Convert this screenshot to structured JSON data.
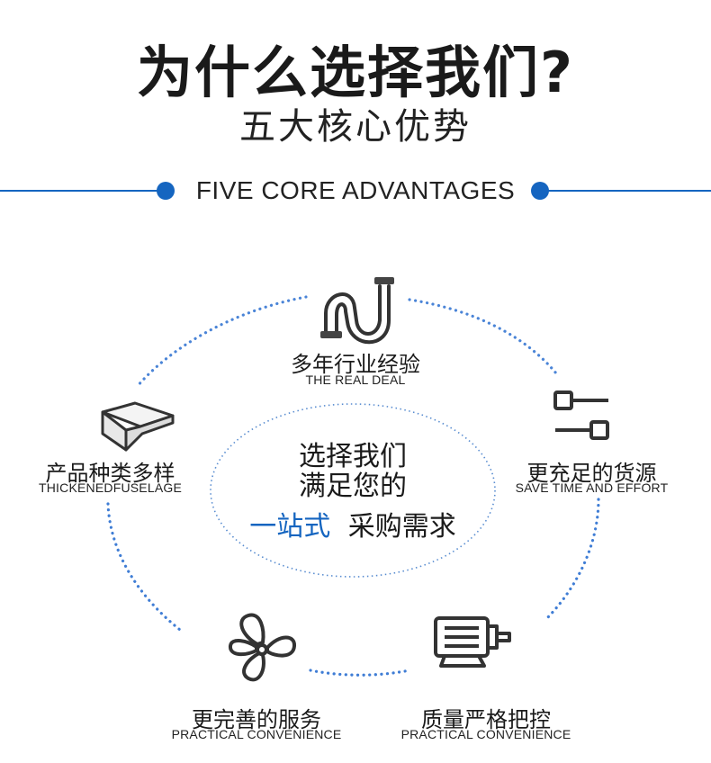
{
  "header": {
    "title": "为什么选择我们?",
    "subtitle": "五大核心优势"
  },
  "banner": {
    "text": "FIVE CORE ADVANTAGES",
    "accent_color": "#1565c0"
  },
  "center": {
    "line1": "选择我们",
    "line2": "满足您的",
    "line3_highlight": "一站式",
    "line3_rest": "采购需求"
  },
  "advantages": [
    {
      "icon": "pipe-icon",
      "title": "多年行业经验",
      "subtitle": "THE REAL DEAL"
    },
    {
      "icon": "slider-toggle-icon",
      "title": "更充足的货源",
      "subtitle": "SAVE TIME AND EFFORT"
    },
    {
      "icon": "motor-icon",
      "title": "质量严格把控",
      "subtitle": "PRACTICAL CONVENIENCE"
    },
    {
      "icon": "fan-blade-icon",
      "title": "更完善的服务",
      "subtitle": "PRACTICAL CONVENIENCE"
    },
    {
      "icon": "angle-steel-icon",
      "title": "产品种类多样",
      "subtitle": "THICKENEDFUSELAGE"
    }
  ]
}
